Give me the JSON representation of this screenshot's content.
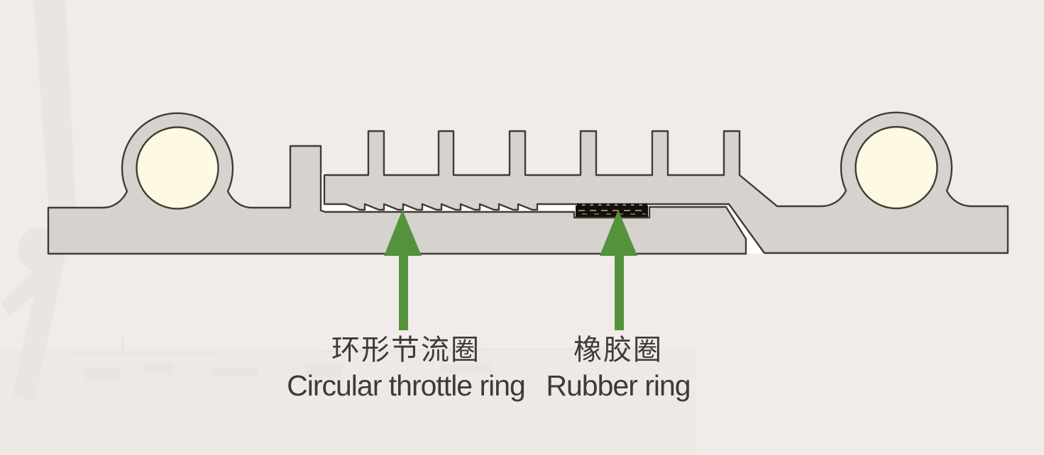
{
  "diagram": {
    "parts": [
      {
        "name": "circular-throttle-ring",
        "label_zh": "环形节流圈",
        "label_en": "Circular throttle ring"
      },
      {
        "name": "rubber-ring",
        "label_zh": "橡胶圈",
        "label_en": "Rubber ring"
      }
    ]
  },
  "colors": {
    "background": "#f1ece9",
    "body": "#d6d2ce",
    "outline": "#423c36",
    "hole": "#fdf9e2",
    "rubber": "#161008",
    "arrow": "#55923c",
    "text": "#3b3b3b",
    "channel": "#ffffff",
    "watermark": "#9a8a7d"
  }
}
